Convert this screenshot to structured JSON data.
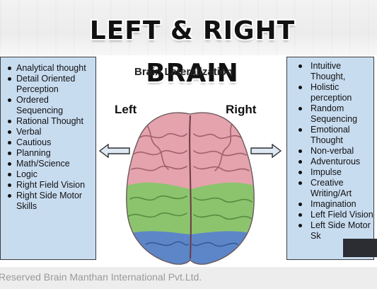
{
  "title": "LEFT & RIGHT BRAIN",
  "diagram": {
    "title": "Brain Lateralization",
    "left_label": "Left",
    "right_label": "Right"
  },
  "left_traits": [
    "Analytical thought",
    "Detail Oriented Perception",
    "Ordered Sequencing",
    "Rational Thought",
    "Verbal",
    "Cautious",
    "Planning",
    "Math/Science",
    "Logic",
    "Right Field Vision",
    "Right Side Motor Skills"
  ],
  "right_traits": [
    "Intuitive Thought,",
    "Holistic perception",
    "Random Sequencing",
    "Emotional Thought",
    "Non-verbal",
    "Adventurous",
    "Impulse",
    "Creative Writing/Art",
    "Imagination",
    "Left Field Vision",
    "Left Side Motor Sk"
  ],
  "footer": "Reserved Brain Manthan International Pvt.Ltd.",
  "colors": {
    "panel_fill": "#c8dcf0",
    "brain_frontal": "#e5a3ad",
    "brain_temporal": "#8cc46e",
    "brain_occipital": "#5d86c8"
  },
  "icons": [
    "arrow-left-icon",
    "arrow-right-icon",
    "brain-illustration"
  ]
}
